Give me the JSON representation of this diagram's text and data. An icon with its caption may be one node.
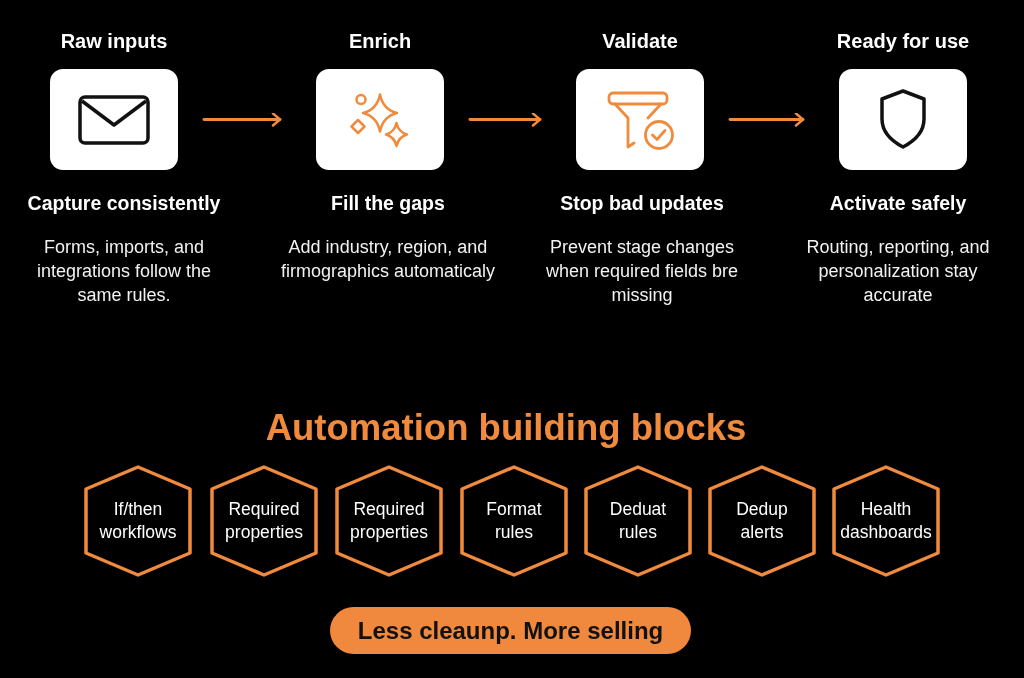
{
  "diagram": {
    "nodes": [
      {
        "text": [
          "Raw inputs"
        ],
        "beside": [
          "Capture consistently",
          "Forms, imports, and integrations follow the same rules."
        ]
      },
      {
        "text": [
          "Enrich"
        ],
        "beside": [
          "Fill the gaps",
          "Add industry, region, and firmographics automaticaly"
        ]
      },
      {
        "text": [
          "Validate"
        ],
        "beside": [
          "Stop bad updates",
          "Prevent stage changes when required fields bre missing"
        ]
      },
      {
        "text": [
          "Ready for use"
        ],
        "beside": [
          "Activate safely",
          "Routing, reporting, and personalization stay accurate"
        ]
      },
      {
        "text": [
          "If/then workflows"
        ]
      },
      {
        "text": [
          "Required properties"
        ]
      },
      {
        "text": [
          "Required properties"
        ]
      },
      {
        "text": [
          "Format rules"
        ]
      },
      {
        "text": [
          "Deduat rules"
        ]
      },
      {
        "text": [
          "Dedup alerts"
        ]
      },
      {
        "text": [
          "Health dashboards"
        ]
      },
      {
        "text": [
          "Less cleaunp. More selling"
        ]
      }
    ],
    "edges": [
      {
        "from": 0,
        "to": 1,
        "arrow": "to"
      },
      {
        "from": 1,
        "to": 2,
        "arrow": "to"
      },
      {
        "from": 2,
        "to": 3,
        "arrow": "to"
      }
    ],
    "labels": [
      "Automation building blocks"
    ]
  }
}
